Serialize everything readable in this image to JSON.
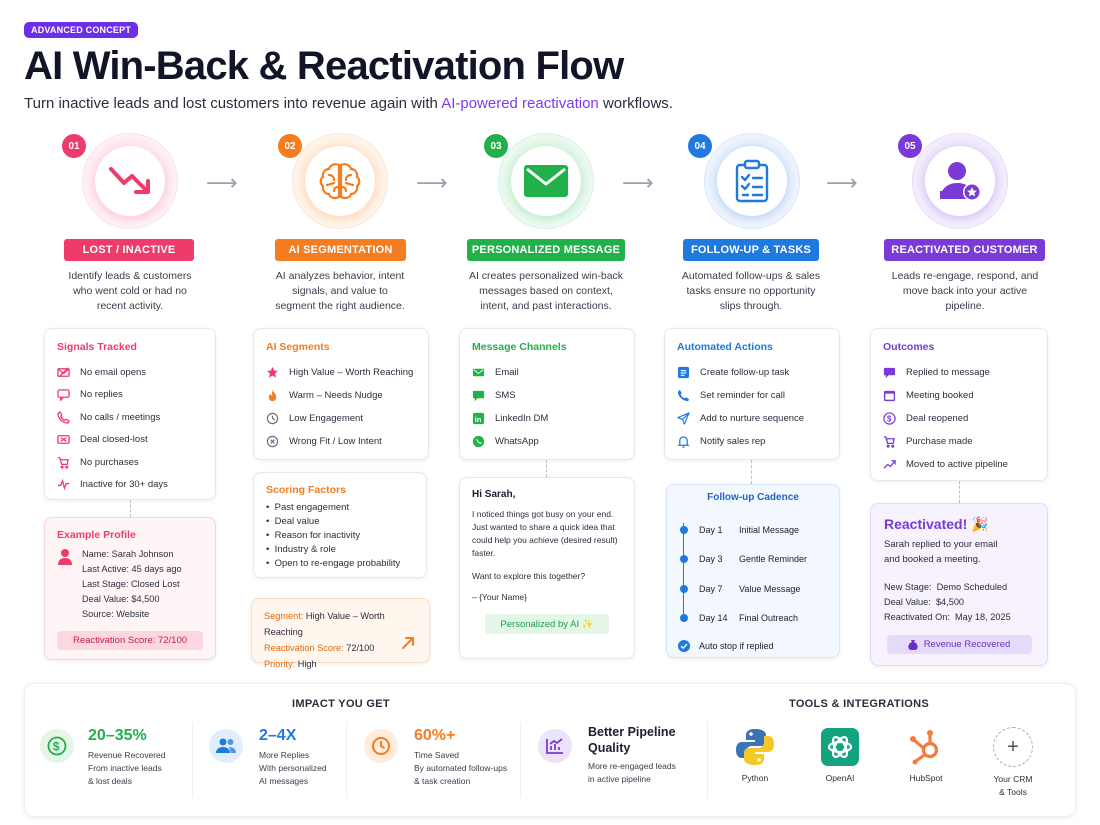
{
  "header": {
    "badge": "ADVANCED CONCEPT",
    "title": "AI Win-Back & Reactivation Flow",
    "subtitle_pre": "Turn inactive leads and lost customers into revenue again with ",
    "subtitle_hl": "AI-powered reactivation",
    "subtitle_post": " workflows."
  },
  "colors": {
    "step1": "#ef3b6a",
    "step2": "#f57c1f",
    "step3": "#22b04b",
    "step4": "#1f7ae0",
    "step5": "#7a3ad8"
  },
  "steps": [
    {
      "num": "01",
      "label": "LOST / INACTIVE",
      "icon": "trend-down-icon",
      "desc": [
        "Identify leads & customers",
        "who went cold or had no",
        "recent activity."
      ]
    },
    {
      "num": "02",
      "label": "AI SEGMENTATION",
      "icon": "brain-icon",
      "desc": [
        "AI analyzes behavior, intent",
        "signals, and value to",
        "segment the right audience."
      ]
    },
    {
      "num": "03",
      "label": "PERSONALIZED MESSAGE",
      "icon": "envelope-icon",
      "desc": [
        "AI creates personalized win-back",
        "messages based on context,",
        "intent, and past interactions."
      ]
    },
    {
      "num": "04",
      "label": "FOLLOW-UP & TASKS",
      "icon": "clipboard-icon",
      "desc": [
        "Automated follow-ups & sales",
        "tasks ensure no opportunity",
        "slips through."
      ]
    },
    {
      "num": "05",
      "label": "REACTIVATED CUSTOMER",
      "icon": "user-star-icon",
      "desc": [
        "Leads re-engage, respond, and",
        "move back into your active",
        "pipeline."
      ]
    }
  ],
  "signals": {
    "title": "Signals Tracked",
    "items": [
      "No email opens",
      "No replies",
      "No calls / meetings",
      "Deal closed-lost",
      "No purchases",
      "Inactive for 30+ days"
    ]
  },
  "profile": {
    "title": "Example Profile",
    "rows": [
      [
        "Name:",
        "Sarah Johnson"
      ],
      [
        "Last Active:",
        "45 days ago"
      ],
      [
        "Last Stage:",
        "Closed Lost"
      ],
      [
        "Deal Value:",
        "$4,500"
      ],
      [
        "Source:",
        "Website"
      ]
    ],
    "score": "Reactivation Score: 72/100"
  },
  "segments": {
    "title": "AI Segments",
    "items": [
      "High Value – Worth Reaching",
      "Warm – Needs Nudge",
      "Low Engagement",
      "Wrong Fit / Low Intent"
    ]
  },
  "scoring": {
    "title": "Scoring Factors",
    "items": [
      "Past engagement",
      "Deal value",
      "Reason for inactivity",
      "Industry & role",
      "Open to re-engage probability"
    ]
  },
  "segresult": {
    "rows": [
      [
        "Segment:",
        "High Value – Worth Reaching"
      ],
      [
        "Reactivation Score:",
        "72/100"
      ],
      [
        "Priority:",
        "High"
      ]
    ]
  },
  "channels": {
    "title": "Message Channels",
    "items": [
      "Email",
      "SMS",
      "LinkedIn DM",
      "WhatsApp"
    ]
  },
  "email": {
    "greeting": "Hi Sarah,",
    "body": [
      "I noticed things got busy on your end.",
      "Just wanted to share a quick idea that",
      "could help you achieve (desired result)",
      "faster."
    ],
    "cta": "Want to explore this together?",
    "sign": "– {Your Name}",
    "tag": "Personalized by AI ✨"
  },
  "actions": {
    "title": "Automated Actions",
    "items": [
      "Create follow-up task",
      "Set reminder for call",
      "Add to nurture sequence",
      "Notify sales rep"
    ]
  },
  "cadence": {
    "title": "Follow-up Cadence",
    "items": [
      [
        "Day 1",
        "Initial Message"
      ],
      [
        "Day 3",
        "Gentle Reminder"
      ],
      [
        "Day 7",
        "Value Message"
      ],
      [
        "Day 14",
        "Final Outreach"
      ]
    ],
    "stop": "Auto stop if replied"
  },
  "outcomes": {
    "title": "Outcomes",
    "items": [
      "Replied to message",
      "Meeting booked",
      "Deal reopened",
      "Purchase made",
      "Moved to active pipeline"
    ]
  },
  "reactivated": {
    "title": "Reactivated! 🎉",
    "desc": [
      "Sarah replied to your email",
      "and booked a meeting."
    ],
    "rows": [
      [
        "New Stage:",
        "Demo Scheduled"
      ],
      [
        "Deal Value:",
        "$4,500"
      ],
      [
        "Reactivated On:",
        "May 18, 2025"
      ]
    ],
    "tag": "Revenue Recovered"
  },
  "impact": {
    "title": "IMPACT YOU GET",
    "items": [
      {
        "big": "20–35%",
        "l1": "Revenue Recovered",
        "l2": "From inactive leads",
        "l3": "& lost deals",
        "color": "#22b04b",
        "icon": "dollar-icon"
      },
      {
        "big": "2–4X",
        "l1": "More Replies",
        "l2": "With personalized",
        "l3": "AI messages",
        "color": "#1f7ae0",
        "icon": "users-icon"
      },
      {
        "big": "60%+",
        "l1": "Time Saved",
        "l2": "By automated follow-ups",
        "l3": "& task creation",
        "color": "#f57c1f",
        "icon": "clock-icon"
      },
      {
        "big": "Better Pipeline",
        "big2": "Quality",
        "l2": "More re-engaged leads",
        "l3": "in active pipeline",
        "color": "#1b1e2e",
        "icon": "chart-icon"
      }
    ]
  },
  "tools": {
    "title": "TOOLS & INTEGRATIONS",
    "items": [
      "Python",
      "OpenAI",
      "HubSpot",
      "Your CRM",
      "& Tools"
    ]
  }
}
